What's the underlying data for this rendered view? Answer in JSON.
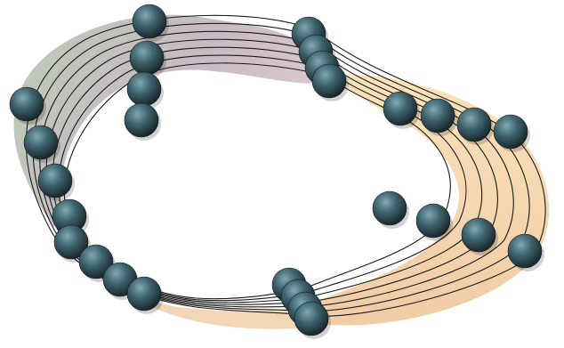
{
  "figure": {
    "description_visible_text": "",
    "band": {
      "strand_count": 7,
      "fill_colors": {
        "left_top": "#b9c9b6",
        "top_mid": "#c7b3c0",
        "right_lower": "#f6dcae",
        "bottom": "#f3cfa7"
      },
      "strand_color": "#1d1b1a"
    },
    "sphere_colors": {
      "highlight": "#6f98a3",
      "mid": "#3f646e",
      "shadow": "#1e2f36",
      "shadow_edge": "#141d21"
    },
    "sphere_groups": [
      {
        "name": "top-column",
        "count": 4
      },
      {
        "name": "top-right-cluster",
        "count": 4
      },
      {
        "name": "left-arc",
        "count": 4
      },
      {
        "name": "bottom-left-arc",
        "count": 4
      },
      {
        "name": "right-top-row",
        "count": 4
      },
      {
        "name": "right-bottom-row",
        "count": 4
      },
      {
        "name": "bottom-cluster",
        "count": 4
      }
    ]
  }
}
